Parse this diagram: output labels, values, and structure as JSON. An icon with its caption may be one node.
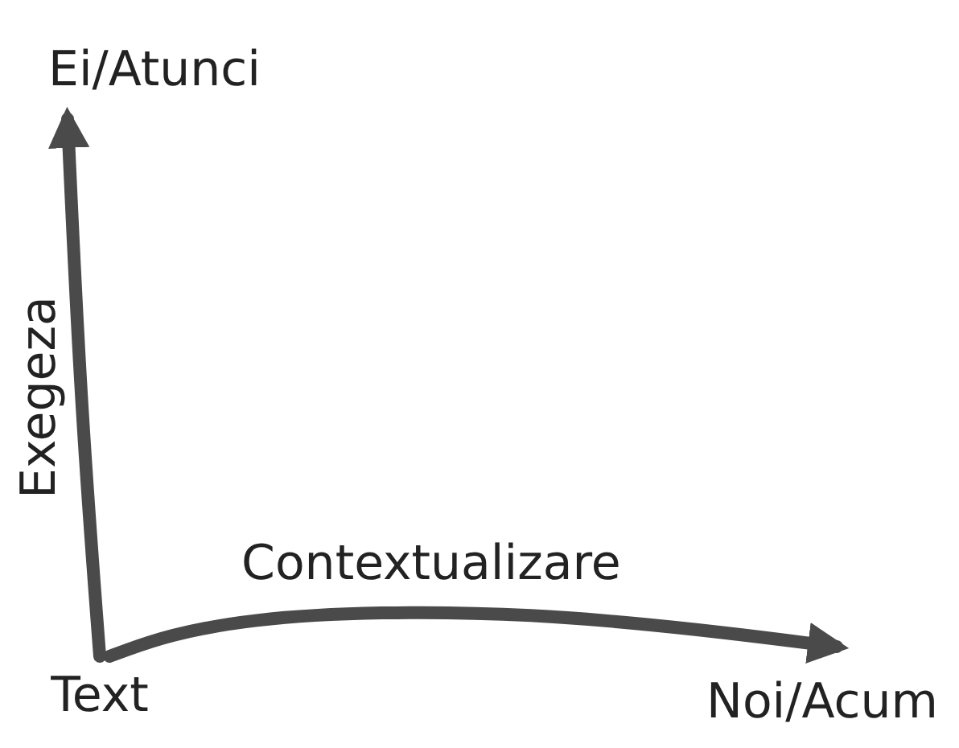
{
  "diagram": {
    "nodes": [
      {
        "text": [
          "Text"
        ]
      },
      {
        "text": [
          "Ei/Atunci"
        ]
      },
      {
        "text": [
          "Noi/Acum"
        ]
      }
    ],
    "edges": [
      {
        "from": 0,
        "to": 1,
        "arrow": "to",
        "label": "Exegeza"
      },
      {
        "from": 0,
        "to": 2,
        "arrow": "to",
        "label": "Contextualizare"
      }
    ]
  }
}
